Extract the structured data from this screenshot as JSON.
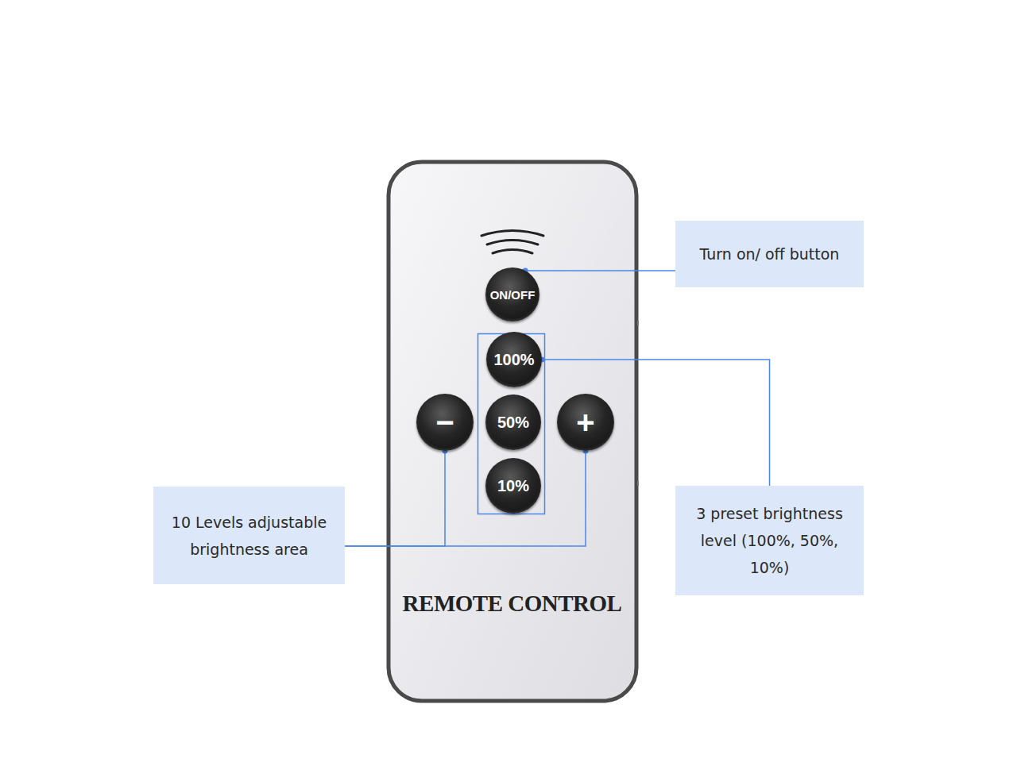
{
  "diagram": {
    "nodes": [
      {
        "text": [
          "REMOTE CONTROL"
        ]
      },
      {
        "text": [
          "Turn on/ off button"
        ]
      },
      {
        "text": [
          "ON/OFF"
        ],
        "in": 0
      },
      {
        "text": [
          "100%"
        ],
        "in": 0
      },
      {
        "text": [
          "−"
        ],
        "in": 0
      },
      {
        "text": [
          "50%"
        ],
        "in": 0
      },
      {
        "text": [
          "+"
        ],
        "in": 0
      },
      {
        "text": [
          "10%"
        ],
        "in": 0
      },
      {
        "text": [
          "10 Levels adjustable brightness area"
        ]
      },
      {
        "text": [
          "3 preset brightness level (100%, 50%, 10%)"
        ]
      }
    ],
    "edges": [
      {
        "from": 1,
        "to": 2,
        "arrow": "none"
      },
      {
        "from": 9,
        "to": 3,
        "arrow": "none"
      },
      {
        "from": 8,
        "to": 4,
        "arrow": "none"
      },
      {
        "from": 8,
        "to": 6,
        "arrow": "none"
      }
    ]
  }
}
